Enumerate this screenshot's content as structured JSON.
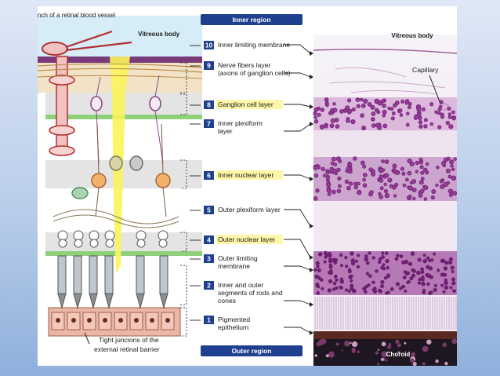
{
  "top_left_label": "nch of a retinal blood vessel",
  "vitreous_body_left": "Vitreous body",
  "vitreous_body_right": "Vitreous body",
  "inner_region": "Inner region",
  "outer_region": "Outer region",
  "capillary": "Capillary",
  "choroid": "Choroid",
  "tight_junctions": [
    "Tight juncions of the",
    "external retinal barrier"
  ],
  "layers": [
    {
      "num": "10",
      "lines": [
        "Inner limiting membrane"
      ],
      "highlight": false
    },
    {
      "num": "9",
      "lines": [
        "Nerve fibers layer",
        "(axons of ganglion cells)"
      ],
      "highlight": false
    },
    {
      "num": "8",
      "lines": [
        "Ganglion cell layer"
      ],
      "highlight": true
    },
    {
      "num": "7",
      "lines": [
        "Inner plexiform",
        "layer"
      ],
      "highlight": false
    },
    {
      "num": "6",
      "lines": [
        "Inner nuclear layer"
      ],
      "highlight": true
    },
    {
      "num": "5",
      "lines": [
        "Outer plexiform layer"
      ],
      "highlight": false
    },
    {
      "num": "4",
      "lines": [
        "Outer nuclear layer"
      ],
      "highlight": true
    },
    {
      "num": "3",
      "lines": [
        "Outer limiting",
        "membrane"
      ],
      "highlight": false
    },
    {
      "num": "2",
      "lines": [
        "Inner and outer",
        "segments of rods and",
        "cones"
      ],
      "highlight": false
    },
    {
      "num": "1",
      "lines": [
        "Pigmented",
        "epithelium"
      ],
      "highlight": false
    }
  ],
  "colors": {
    "header_blue": "#1f3f8f",
    "number_blue": "#1f3f8f",
    "highlight_yellow": "#fff7a8",
    "histology_purple": "#8a2f8c"
  }
}
